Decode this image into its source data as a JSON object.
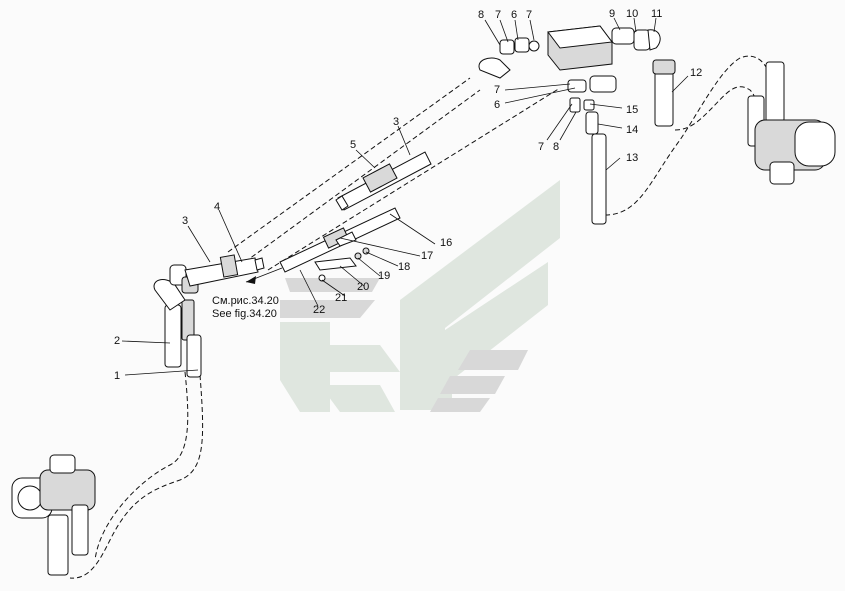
{
  "callouts": [
    {
      "id": "c1",
      "text": "1"
    },
    {
      "id": "c2",
      "text": "2"
    },
    {
      "id": "c3a",
      "text": "3"
    },
    {
      "id": "c3b",
      "text": "3"
    },
    {
      "id": "c4",
      "text": "4"
    },
    {
      "id": "c5",
      "text": "5"
    },
    {
      "id": "c6a",
      "text": "6"
    },
    {
      "id": "c6b",
      "text": "6"
    },
    {
      "id": "c7a",
      "text": "7"
    },
    {
      "id": "c7b",
      "text": "7"
    },
    {
      "id": "c7c",
      "text": "7"
    },
    {
      "id": "c7d",
      "text": "7"
    },
    {
      "id": "c8a",
      "text": "8"
    },
    {
      "id": "c8b",
      "text": "8"
    },
    {
      "id": "c9",
      "text": "9"
    },
    {
      "id": "c10",
      "text": "10"
    },
    {
      "id": "c11",
      "text": "11"
    },
    {
      "id": "c12",
      "text": "12"
    },
    {
      "id": "c13",
      "text": "13"
    },
    {
      "id": "c14",
      "text": "14"
    },
    {
      "id": "c15",
      "text": "15"
    },
    {
      "id": "c16",
      "text": "16"
    },
    {
      "id": "c17",
      "text": "17"
    },
    {
      "id": "c18",
      "text": "18"
    },
    {
      "id": "c19",
      "text": "19"
    },
    {
      "id": "c20",
      "text": "20"
    },
    {
      "id": "c21",
      "text": "21"
    },
    {
      "id": "c22",
      "text": "22"
    }
  ],
  "reference": {
    "ru": "См.рис.34.20",
    "en": "See fig.34.20"
  }
}
